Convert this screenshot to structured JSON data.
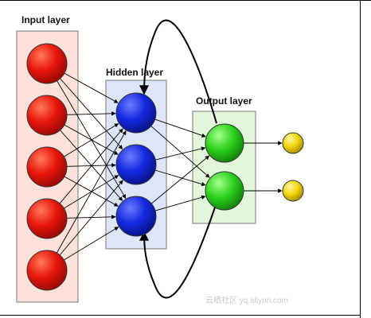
{
  "diagram": {
    "layers": {
      "input": {
        "label": "Input layer",
        "node_count": 5,
        "color": "#e8160c",
        "panel_color": "#fbe1da"
      },
      "hidden": {
        "label": "Hidden layer",
        "node_count": 3,
        "color": "#1429e0",
        "panel_color": "#dde6f8"
      },
      "output": {
        "label": "Output layer",
        "node_count": 2,
        "color": "#2bd21c",
        "panel_color": "#e2f7da"
      },
      "result": {
        "node_count": 2,
        "color": "#f2d40c"
      }
    },
    "watermark": "云栖社区 yq.aliyun.com"
  }
}
